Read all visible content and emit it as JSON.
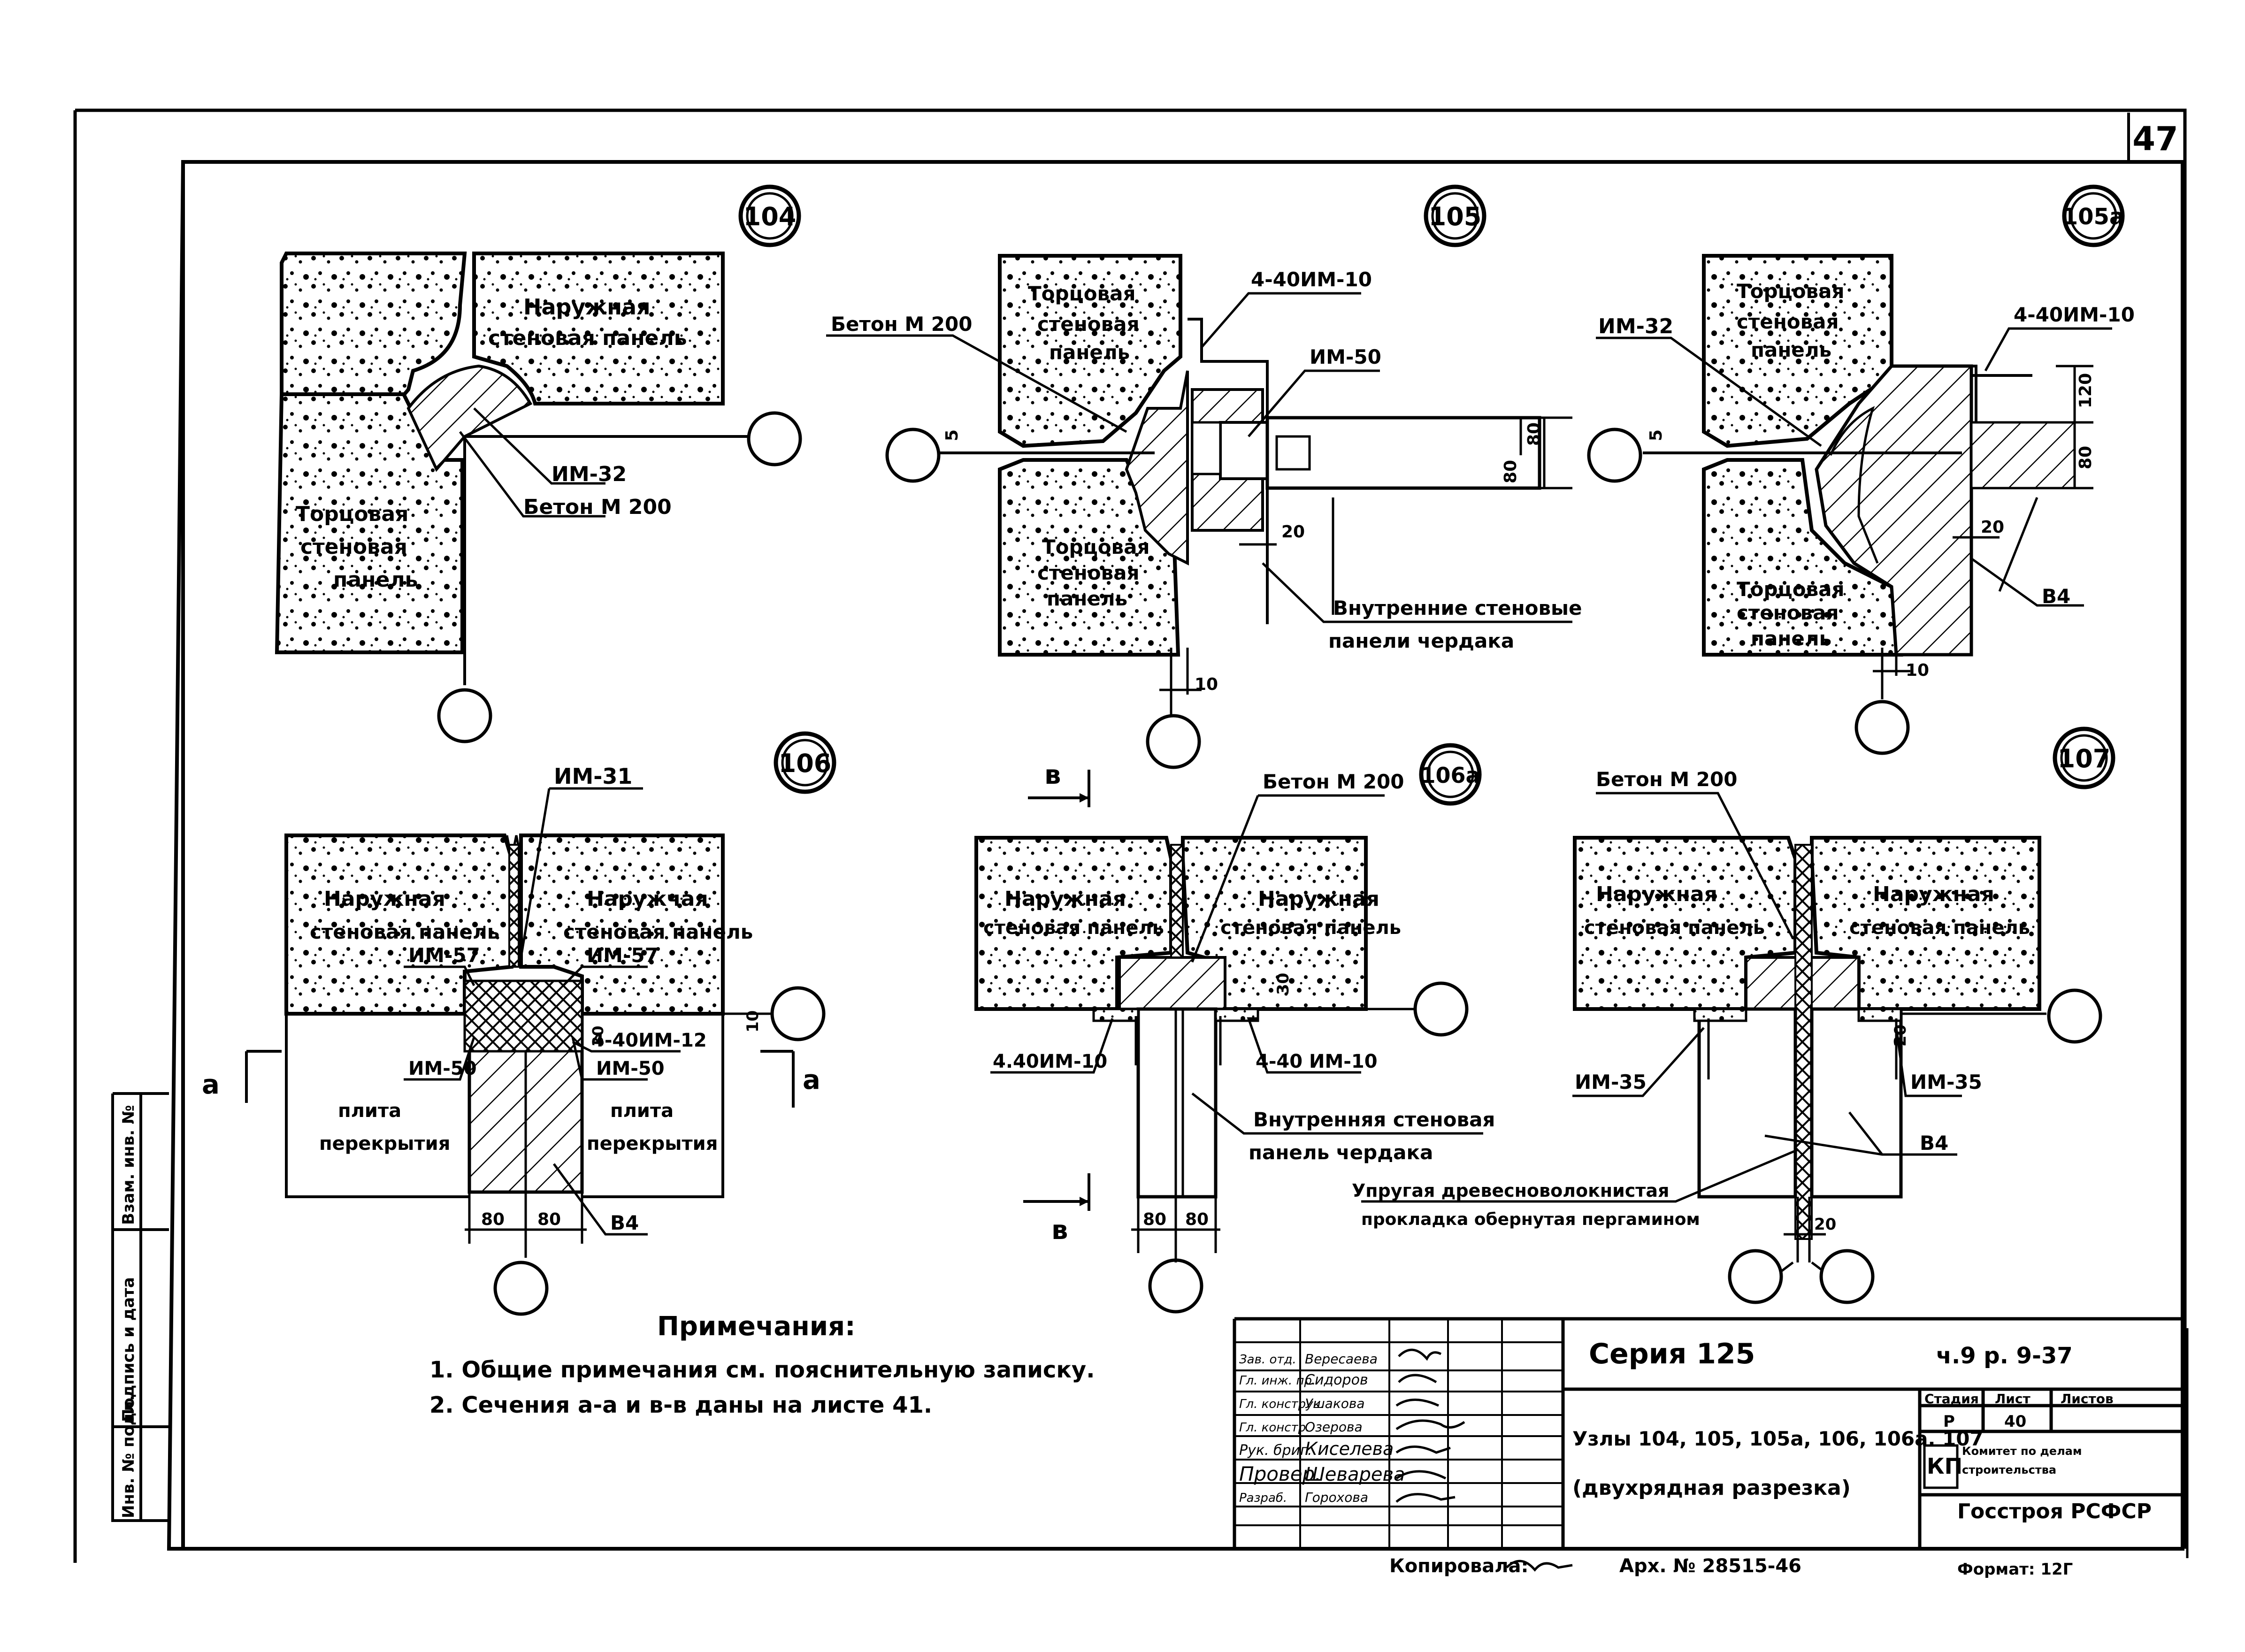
{
  "sheet_number": "47",
  "nodes": {
    "n104": {
      "marker": "104",
      "labels": {
        "outer_panel": "Наружная стеновая панель",
        "end_panel": "Торцовая стеновая панель",
        "im": "ИМ-32",
        "concrete": "Бетон М 200"
      }
    },
    "n105": {
      "marker": "105",
      "labels": {
        "concrete": "Бетон М 200",
        "end_panel_top": "Торцовая стеновая панель",
        "end_panel_bottom": "Торцовая стеновая панель",
        "im_a": "4-40ИМ-10",
        "im_b": "ИМ-50",
        "inner_panels": "Внутренние стеновые панели чердака"
      },
      "dims": {
        "d5": "5",
        "d80a": "80",
        "d80b": "80",
        "d20": "20",
        "d10": "10"
      }
    },
    "n105a": {
      "marker": "105a",
      "labels": {
        "im32": "ИМ-32",
        "end_panel_top": "Торцовая стеновая панель",
        "end_panel_bottom": "Торцовая стеновая панель",
        "im_a": "4-40ИМ-10",
        "v4": "В4"
      },
      "dims": {
        "d5": "5",
        "d120": "120",
        "d80": "80",
        "d20": "20",
        "d10": "10"
      }
    },
    "n106": {
      "marker": "106",
      "labels": {
        "im31": "ИМ-31",
        "left_panel": "Наружная стеновая панель",
        "right_panel": "Наружчая стеновая панель",
        "im57_left": "ИМ-57",
        "im57_right": "ИМ-57",
        "im40": "4-40ИМ-12",
        "im50_left": "ИМ-50",
        "im50_right": "ИМ-50",
        "slab_left": "Плита перекрытия",
        "slab_right": "Плита перекрытия",
        "v4": "В4",
        "section_a_left": "а",
        "section_a_right": "а"
      },
      "dims": {
        "d80a": "80",
        "d80b": "80",
        "d30": "30",
        "d10": "10"
      }
    },
    "n106a": {
      "marker": "106a",
      "labels": {
        "concrete": "Бетон М 200",
        "left_panel": "Наружная стеновая панель",
        "right_panel": "Наружная стеновая панель",
        "im_left": "4.40ИМ-10",
        "im_right": "4-40 ИМ-10",
        "inner_panel": "Внутренняя стеновая панель чердака",
        "section_b_top": "в",
        "section_b_bottom": "в"
      },
      "dims": {
        "d80a": "80",
        "d80b": "80",
        "d30": "30"
      }
    },
    "n107": {
      "marker": "107",
      "labels": {
        "concrete": "Бетон М 200",
        "left_panel": "Наружная стеновая панель",
        "right_panel": "Наружная стеновая панель",
        "im_left": "ИМ-35",
        "im_right": "ИМ-35",
        "v4": "В4",
        "gasket_1": "Упругая древесноволокнистая",
        "gasket_2": "прокладка обернутая пергамином"
      },
      "dims": {
        "d20a": "20",
        "d20b": "20"
      }
    }
  },
  "notes": {
    "title": "Примечания:",
    "line1": "1. Общие примечания см. пояснительную записку.",
    "line2": "2. Сечения а-а и в-в даны на листе 41."
  },
  "side_stamp": {
    "f1": "Инв. № подл.",
    "f2": "Подпись и дата",
    "f3": "Взам. инв. №"
  },
  "title_block": {
    "roles": [
      "Зав. отд.",
      "Гл. инж. пр.",
      "Гл. конструк.",
      "Гл. констр.",
      "Рук. бриг.",
      "Провер.",
      "Разраб."
    ],
    "names": [
      "Вересаева",
      "Сидоров",
      "Ушакова",
      "Озерова",
      "Киселева",
      "Шеварева",
      "Горохова"
    ],
    "series": "Серия 125",
    "part": "ч.9 р. 9-37",
    "drawing_title": "Узлы 104, 105, 105а, 106, 106а, 107",
    "drawing_subtitle": "(двухрядная разрезка)",
    "stage_head": "Стадия",
    "sheet_head": "Лист",
    "sheets_head": "Листов",
    "stage": "Р",
    "sheet": "40",
    "org_logo": "КП",
    "org_line1": "Комитет по делам",
    "org_line2": "строительства",
    "org": "Госстроя РСФСР",
    "format": "Формат: 12Г",
    "copied_label": "Копировала:",
    "archive": "Арх. № 28515-46"
  }
}
